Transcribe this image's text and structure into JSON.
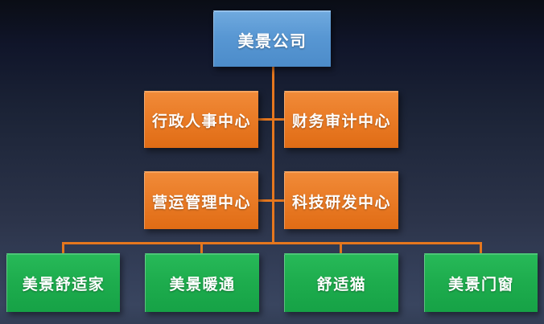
{
  "org_chart": {
    "root": {
      "label": "美景公司",
      "color": "#5b9bd5"
    },
    "departments": [
      {
        "label": "行政人事中心"
      },
      {
        "label": "财务审计中心"
      },
      {
        "label": "营运管理中心"
      },
      {
        "label": "科技研发中心"
      }
    ],
    "department_color": "#ed7d31",
    "subsidiaries": [
      {
        "label": "美景舒适家"
      },
      {
        "label": "美景暖通"
      },
      {
        "label": "舒适猫"
      },
      {
        "label": "美景门窗"
      }
    ],
    "subsidiary_color": "#21b254",
    "connector_color": "#e5771e",
    "text_color": "#ffffff"
  }
}
